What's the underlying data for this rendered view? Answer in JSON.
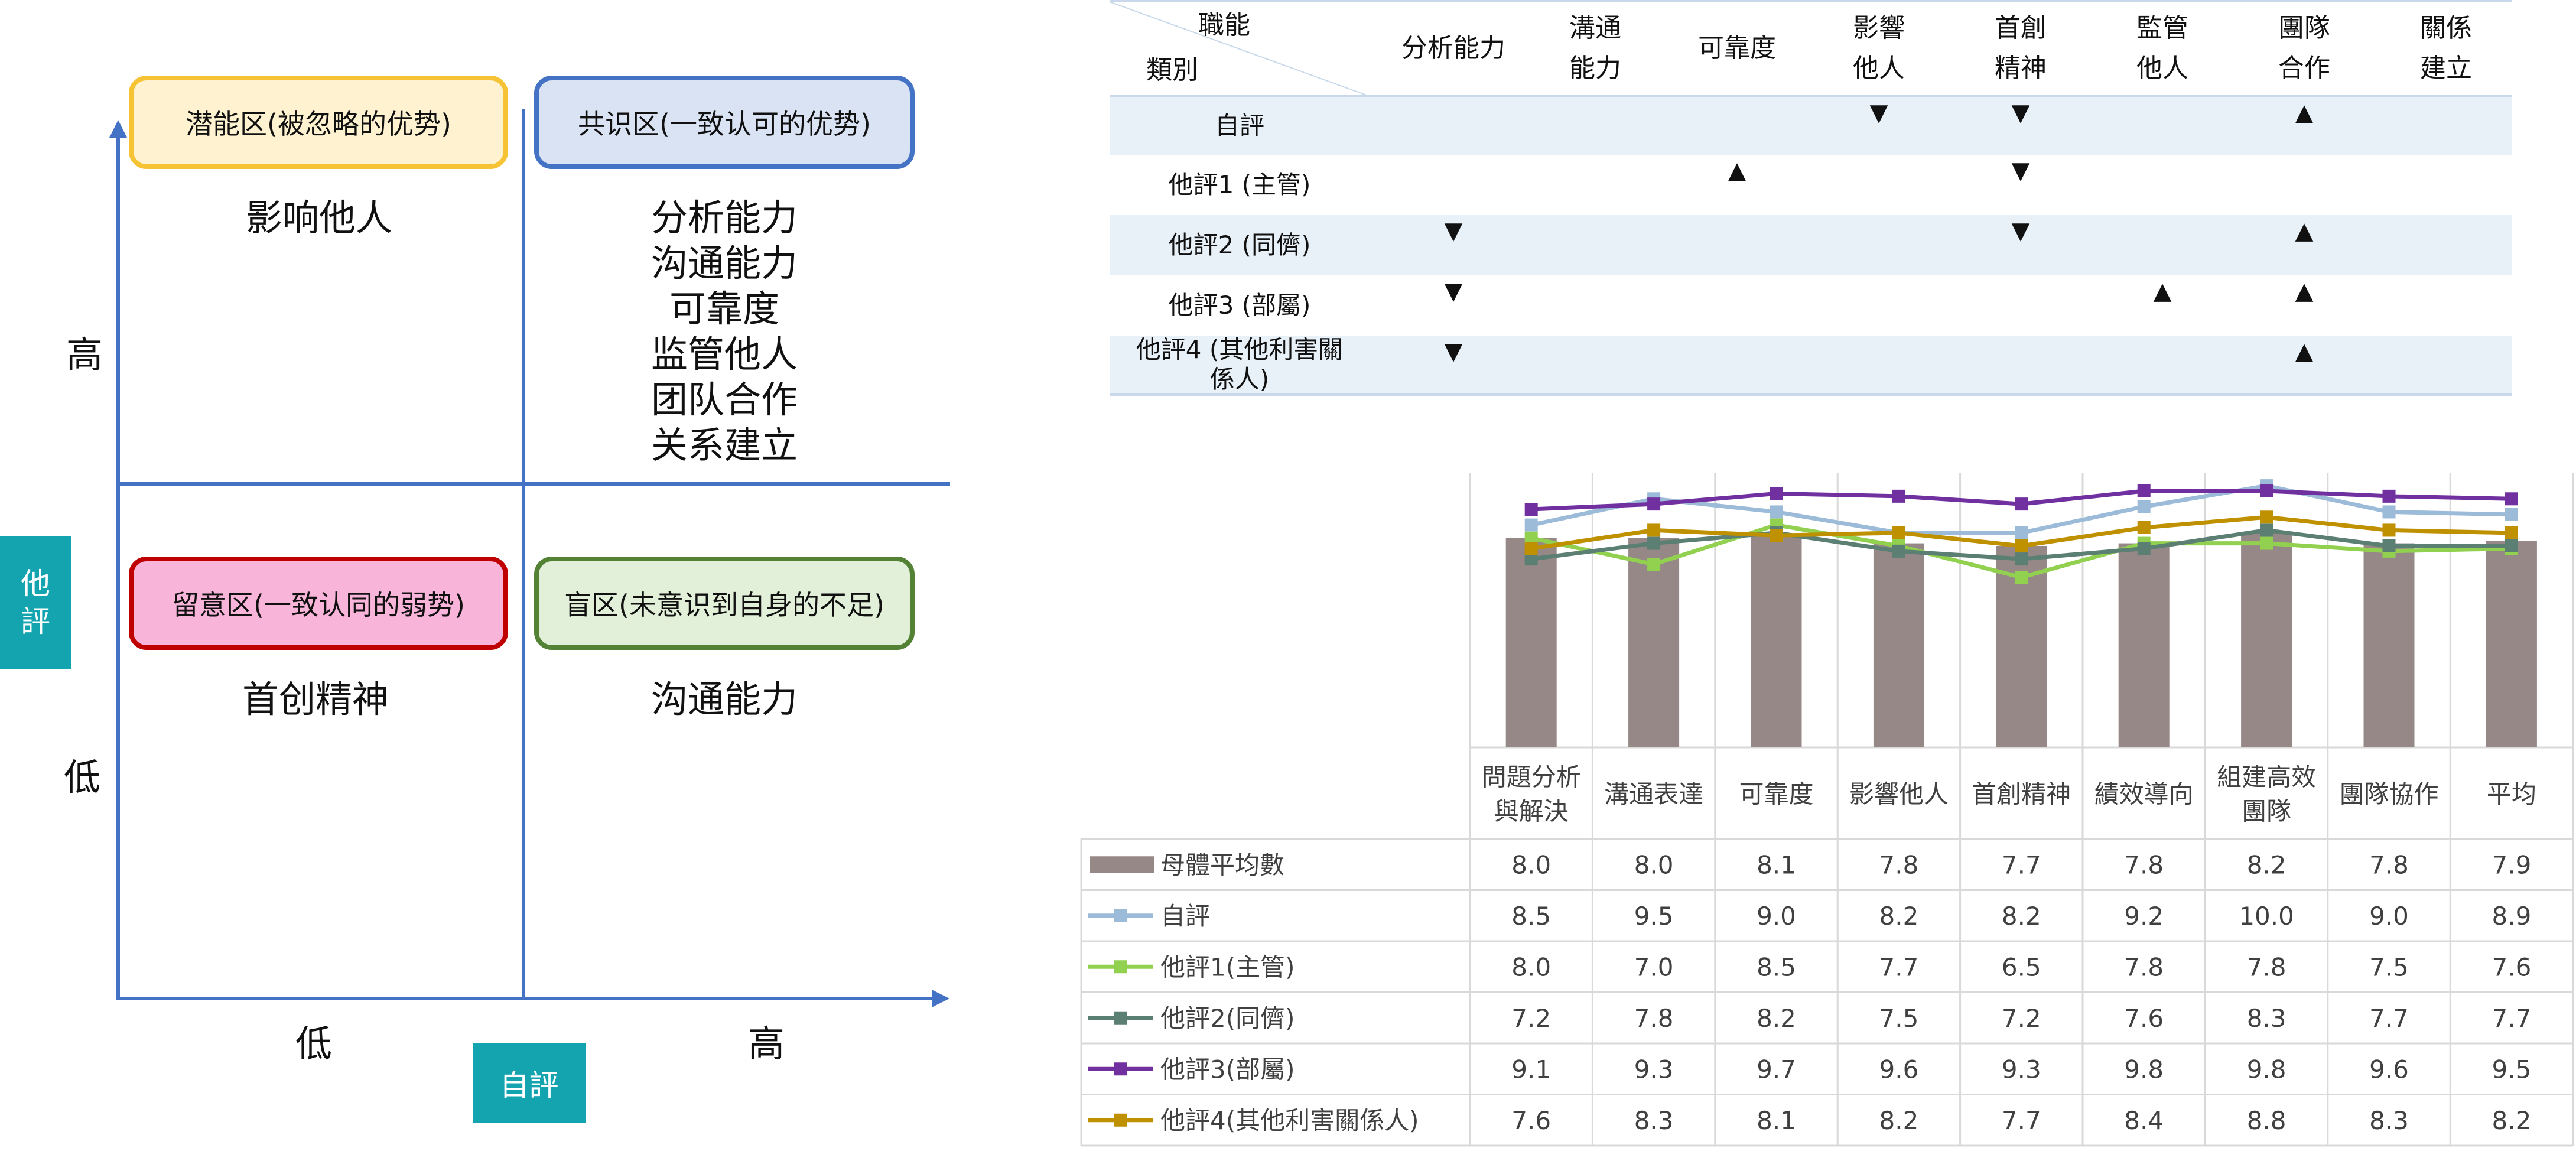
{
  "quadrant": {
    "boxes": [
      {
        "label": "潜能区(被忽略的优势)",
        "border": "#f6c334",
        "fill": "#fef2d0"
      },
      {
        "label": "共识区(一致认可的优势)",
        "border": "#4472c4",
        "fill": "#dae3f3"
      },
      {
        "label": "留意区(一致认同的弱势)",
        "border": "#c00000",
        "fill": "#f9b4d9"
      },
      {
        "label": "盲区(未意识到自身的不足)",
        "border": "#548235",
        "fill": "#e2f0d9"
      }
    ],
    "lists": {
      "top_left": [
        "影响他人"
      ],
      "top_right": [
        "分析能力",
        "沟通能力",
        "可靠度",
        "监管他人",
        "团队合作",
        "关系建立"
      ],
      "bottom_left": [
        "首创精神"
      ],
      "bottom_right": [
        "沟通能力"
      ]
    },
    "y_tag": [
      "他",
      "評"
    ],
    "x_tag": "自評",
    "y_high": "高",
    "y_low": "低",
    "x_low": "低",
    "x_high": "高",
    "axis_color": "#4472c4",
    "tag_color": "#13a4b0"
  },
  "arrow_table": {
    "corner_top": "職能",
    "corner_bottom": "類別",
    "columns": [
      [
        "分析能力"
      ],
      [
        "溝通",
        "能力"
      ],
      [
        "可靠度"
      ],
      [
        "影響",
        "他人"
      ],
      [
        "首創",
        "精神"
      ],
      [
        "監管",
        "他人"
      ],
      [
        "團隊",
        "合作"
      ],
      [
        "關係",
        "建立"
      ]
    ],
    "rows": [
      {
        "label": [
          "自評"
        ],
        "marks": [
          "",
          "",
          "",
          "▼",
          "▼",
          "",
          "▲",
          ""
        ]
      },
      {
        "label": [
          "他評1 (主管)"
        ],
        "marks": [
          "",
          "",
          "▲",
          "",
          "▼",
          "",
          "",
          ""
        ]
      },
      {
        "label": [
          "他評2 (同儕)"
        ],
        "marks": [
          "▼",
          "",
          "",
          "",
          "▼",
          "",
          "▲",
          ""
        ]
      },
      {
        "label": [
          "他評3 (部屬)"
        ],
        "marks": [
          "▼",
          "",
          "",
          "",
          "",
          "▲",
          "▲",
          ""
        ]
      },
      {
        "label": [
          "他評4 (其他利害關",
          "係人)"
        ],
        "marks": [
          "▼",
          "",
          "",
          "",
          "",
          "",
          "▲",
          ""
        ]
      }
    ],
    "stripe_color": "#e8f0f8",
    "rule_color": "#c9d9eb"
  },
  "chart_data": {
    "type": "bar",
    "categories": [
      [
        "問題分析",
        "與解決"
      ],
      [
        "溝通表達"
      ],
      [
        "可靠度"
      ],
      [
        "影響他人"
      ],
      [
        "首創精神"
      ],
      [
        "績效導向"
      ],
      [
        "組建高效",
        "團隊"
      ],
      [
        "團隊協作"
      ],
      [
        "平均"
      ]
    ],
    "ylim": [
      0,
      10.5
    ],
    "grid": false,
    "bar_series": {
      "name": "母體平均數",
      "color": "#968886",
      "values": [
        8.0,
        8.0,
        8.1,
        7.8,
        7.7,
        7.8,
        8.2,
        7.8,
        7.9
      ]
    },
    "line_series": [
      {
        "name": "自評",
        "color": "#9cbbd8",
        "values": [
          8.5,
          9.5,
          9.0,
          8.2,
          8.2,
          9.2,
          10.0,
          9.0,
          8.9
        ]
      },
      {
        "name": "他評1(主管)",
        "color": "#92d050",
        "values": [
          8.0,
          7.0,
          8.5,
          7.7,
          6.5,
          7.8,
          7.8,
          7.5,
          7.6
        ]
      },
      {
        "name": "他評2(同儕)",
        "color": "#5b7f73",
        "values": [
          7.2,
          7.8,
          8.2,
          7.5,
          7.2,
          7.6,
          8.3,
          7.7,
          7.7
        ]
      },
      {
        "name": "他評3(部屬)",
        "color": "#7030a0",
        "values": [
          9.1,
          9.3,
          9.7,
          9.6,
          9.3,
          9.8,
          9.8,
          9.6,
          9.5
        ]
      },
      {
        "name": "他評4(其他利害關係人)",
        "color": "#bf9000",
        "values": [
          7.6,
          8.3,
          8.1,
          8.2,
          7.7,
          8.4,
          8.8,
          8.3,
          8.2
        ]
      }
    ],
    "grid_color": "#d9d9d9"
  }
}
